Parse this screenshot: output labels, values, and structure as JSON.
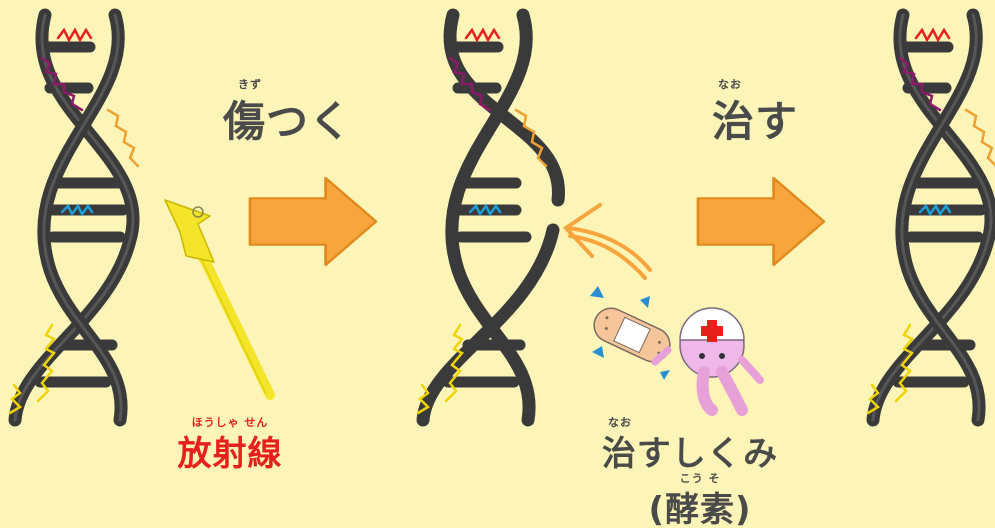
{
  "steps": {
    "damage": {
      "ruby": "きず",
      "label": "傷つく"
    },
    "repair": {
      "ruby": "なお",
      "label": "治す"
    }
  },
  "cause": {
    "ruby": "ほうしゃ せん",
    "label": "放射線",
    "color": "#e8201c"
  },
  "repairer": {
    "ruby": "なお",
    "label": "治すしくみ",
    "sub_ruby": "こう そ",
    "sub_label": "(酵素)"
  },
  "icons": [
    "dna-helix",
    "radiation-arrow",
    "big-arrow",
    "bandage",
    "nurse-enzyme-character"
  ],
  "colors": {
    "background": "#fdf5b8",
    "helix": "#3a3a3a",
    "arrow": "#f7a53c",
    "radiation": "#f4e52a",
    "mark_red": "#e8201c",
    "mark_purple": "#8b1a6b",
    "mark_orange": "#f0a030",
    "mark_blue": "#1e9ed8",
    "mark_yellow": "#f0d400",
    "text": "#4a4a4a"
  }
}
